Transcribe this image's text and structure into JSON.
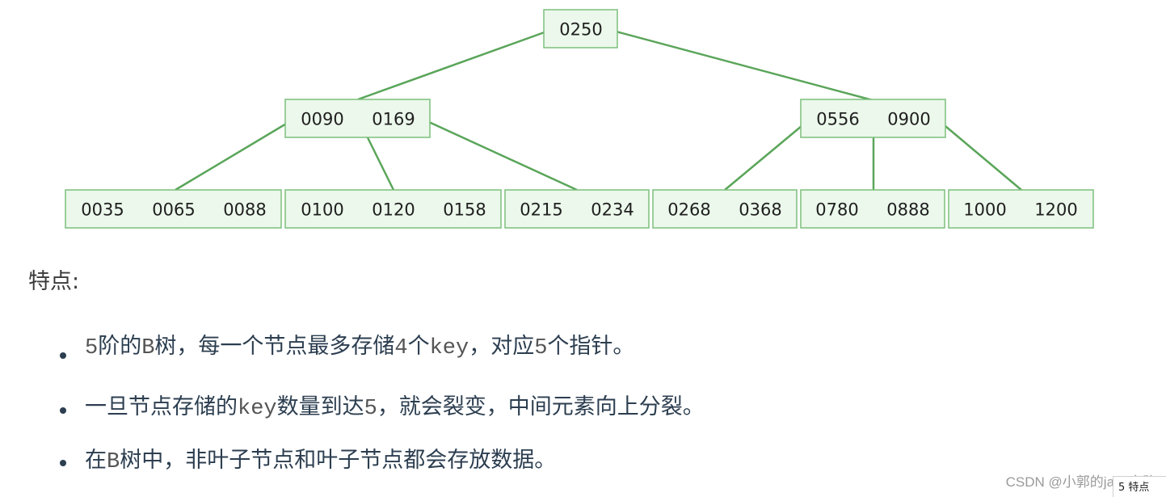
{
  "tree": {
    "nodes": [
      {
        "id": "root",
        "keys": [
          "0250"
        ]
      },
      {
        "id": "left",
        "keys": [
          "0090",
          "0169"
        ]
      },
      {
        "id": "right",
        "keys": [
          "0556",
          "0900"
        ]
      },
      {
        "id": "leaf1",
        "keys": [
          "0035",
          "0065",
          "0088"
        ]
      },
      {
        "id": "leaf2",
        "keys": [
          "0100",
          "0120",
          "0158"
        ]
      },
      {
        "id": "leaf3",
        "keys": [
          "0215",
          "0234"
        ]
      },
      {
        "id": "leaf4",
        "keys": [
          "0268",
          "0368"
        ]
      },
      {
        "id": "leaf5",
        "keys": [
          "0780",
          "0888"
        ]
      },
      {
        "id": "leaf6",
        "keys": [
          "1000",
          "1200"
        ]
      }
    ],
    "edges": [
      [
        "root",
        "left"
      ],
      [
        "root",
        "right"
      ],
      [
        "left",
        "leaf1"
      ],
      [
        "left",
        "leaf2"
      ],
      [
        "left",
        "leaf3"
      ],
      [
        "right",
        "leaf4"
      ],
      [
        "right",
        "leaf5"
      ],
      [
        "right",
        "leaf6"
      ]
    ]
  },
  "heading": "特点:",
  "features": [
    {
      "parts": [
        {
          "t": "5",
          "mono": true
        },
        {
          "t": "阶的"
        },
        {
          "t": "B",
          "mono": true
        },
        {
          "t": "树，每一个节点最多存储"
        },
        {
          "t": "4",
          "mono": true
        },
        {
          "t": "个"
        },
        {
          "t": "key",
          "mono": true
        },
        {
          "t": "，对应"
        },
        {
          "t": "5",
          "mono": true
        },
        {
          "t": "个指针。"
        }
      ]
    },
    {
      "parts": [
        {
          "t": "一旦节点存储的"
        },
        {
          "t": "key",
          "mono": true
        },
        {
          "t": "数量到达"
        },
        {
          "t": "5",
          "mono": true
        },
        {
          "t": "，就会裂变，中间元素向上分裂。"
        }
      ]
    },
    {
      "parts": [
        {
          "t": "在"
        },
        {
          "t": "B",
          "mono": true
        },
        {
          "t": "树中，非叶子节点和叶子节点都会存放数据。"
        }
      ]
    }
  ],
  "watermark": "CSDN @小郭的java之路",
  "corner_tip": "5 特点 "
}
